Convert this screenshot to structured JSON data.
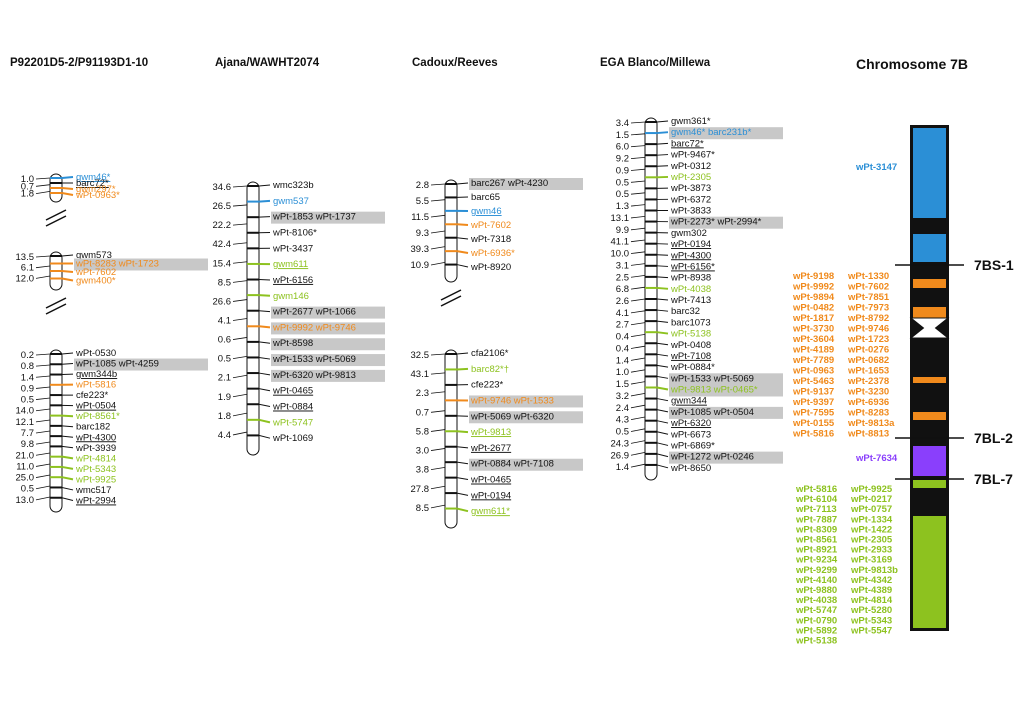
{
  "colors": {
    "blue": "#2b8fd6",
    "orange": "#f08a1c",
    "green": "#8dc21f",
    "black": "#111111",
    "purple": "#8a3ffc",
    "gray": "#c8c8c8"
  },
  "maps": [
    {
      "title": "P92201D5-2/P91193D1-10",
      "segments": [
        {
          "dist": [
            "1.0",
            "0.7",
            "1.8"
          ],
          "markers": [
            {
              "t": "gwm46*",
              "c": "blue",
              "u": true
            },
            {
              "t": "barc72*",
              "c": "black",
              "u": true
            },
            {
              "t": "gwm297*",
              "c": "orange"
            },
            {
              "t": "wPt-0963*",
              "c": "orange"
            }
          ]
        },
        {
          "dist": [
            "13.5",
            "6.1",
            "12.0"
          ],
          "markers": [
            {
              "t": "gwm573",
              "c": "black"
            },
            {
              "t": "wPt-8283 wPt-1723",
              "c": "orange",
              "hl": true
            },
            {
              "t": "wPt-7602",
              "c": "orange"
            },
            {
              "t": "gwm400*",
              "c": "orange"
            }
          ]
        },
        {
          "dist": [
            "0.2",
            "0.8",
            "1.4",
            "0.9",
            "0.5",
            "14.0",
            "12.1",
            "7.7",
            "9.8",
            "21.0",
            "11.0",
            "25.0",
            "0.5",
            "13.0"
          ],
          "markers": [
            {
              "t": "wPt-0530",
              "c": "black"
            },
            {
              "t": "wPt-1085 wPt-4259",
              "c": "black",
              "hl": true
            },
            {
              "t": "gwm344b",
              "c": "black",
              "u": true
            },
            {
              "t": "wPt-5816",
              "c": "orange"
            },
            {
              "t": "cfe223*",
              "c": "black"
            },
            {
              "t": "wPt-0504",
              "c": "black",
              "u": true
            },
            {
              "t": "wPt-8561*",
              "c": "green"
            },
            {
              "t": "barc182",
              "c": "black"
            },
            {
              "t": "wPt-4300",
              "c": "black",
              "u": true
            },
            {
              "t": "wPt-3939",
              "c": "black"
            },
            {
              "t": "wPt-4814",
              "c": "green"
            },
            {
              "t": "wPt-5343",
              "c": "green"
            },
            {
              "t": "wPt-9925",
              "c": "green"
            },
            {
              "t": "wmc517",
              "c": "black"
            },
            {
              "t": "wPt-2994",
              "c": "black",
              "u": true
            }
          ]
        }
      ]
    },
    {
      "title": "Ajana/WAWHT2074",
      "segments": [
        {
          "dist": [
            "34.6",
            "26.5",
            "22.2",
            "42.4",
            "15.4",
            "8.5",
            "26.6",
            "4.1",
            "0.6",
            "0.5",
            "2.1",
            "1.9",
            "1.8",
            "4.4"
          ],
          "markers": [
            {
              "t": "wmc323b",
              "c": "black"
            },
            {
              "t": "gwm537",
              "c": "blue"
            },
            {
              "t": "wPt-1853 wPt-1737",
              "c": "black",
              "hl": true
            },
            {
              "t": "wPt-8106*",
              "c": "black"
            },
            {
              "t": "wPt-3437",
              "c": "black"
            },
            {
              "t": "gwm611",
              "c": "green",
              "u": true
            },
            {
              "t": "wPt-6156",
              "c": "black",
              "u": true
            },
            {
              "t": "gwm146",
              "c": "green"
            },
            {
              "t": "wPt-2677 wPt-1066",
              "c": "black",
              "hl": true
            },
            {
              "t": "wPt-9992 wPt-9746",
              "c": "orange",
              "hl": true
            },
            {
              "t": "wPt-8598",
              "c": "black",
              "hl": true
            },
            {
              "t": "wPt-1533 wPt-5069",
              "c": "black",
              "hl": true
            },
            {
              "t": "wPt-6320 wPt-9813",
              "c": "black",
              "hl": true
            },
            {
              "t": "wPt-0465",
              "c": "black",
              "u": true
            },
            {
              "t": "wPt-0884",
              "c": "black",
              "u": true
            },
            {
              "t": "wPt-5747",
              "c": "green"
            },
            {
              "t": "wPt-1069",
              "c": "black"
            }
          ]
        }
      ]
    },
    {
      "title": "Cadoux/Reeves",
      "segments": [
        {
          "dist": [
            "2.8",
            "5.5",
            "11.5",
            "9.3",
            "39.3",
            "10.9"
          ],
          "markers": [
            {
              "t": "barc267 wPt-4230",
              "c": "black",
              "hl": true
            },
            {
              "t": "barc65",
              "c": "black"
            },
            {
              "t": "gwm46",
              "c": "blue",
              "u": true
            },
            {
              "t": "wPt-7602",
              "c": "orange"
            },
            {
              "t": "wPt-7318",
              "c": "black"
            },
            {
              "t": "wPt-6936*",
              "c": "orange"
            },
            {
              "t": "wPt-8920",
              "c": "black"
            }
          ]
        },
        {
          "dist": [
            "32.5",
            "43.1",
            "2.3",
            "0.7",
            "5.8",
            "3.0",
            "3.8",
            "27.8",
            "8.5"
          ],
          "markers": [
            {
              "t": "cfa2106*",
              "c": "black"
            },
            {
              "t": "barc82*†",
              "c": "green"
            },
            {
              "t": "cfe223*",
              "c": "black"
            },
            {
              "t": "wPt-9746 wPt-1533",
              "c": "orange",
              "hl": true
            },
            {
              "t": "wPt-5069 wPt-6320",
              "c": "black",
              "hl": true
            },
            {
              "t": "wPt-9813",
              "c": "green",
              "u": true
            },
            {
              "t": "wPt-2677",
              "c": "black",
              "u": true
            },
            {
              "t": "wPt-0884 wPt-7108",
              "c": "black",
              "hl": true
            },
            {
              "t": "wPt-0465",
              "c": "black",
              "u": true
            },
            {
              "t": "wPt-0194",
              "c": "black",
              "u": true
            },
            {
              "t": "gwm611*",
              "c": "green",
              "u": true
            }
          ]
        }
      ]
    },
    {
      "title": "EGA Blanco/Millewa",
      "segments": [
        {
          "dist": [
            "3.4",
            "1.5",
            "6.0",
            "9.2",
            "0.9",
            "0.5",
            "0.5",
            "1.3",
            "13.1",
            "9.9",
            "41.1",
            "10.0",
            "3.1",
            "2.5",
            "6.8",
            "2.6",
            "4.1",
            "2.7",
            "0.4",
            "0.4",
            "1.4",
            "1.0",
            "1.5",
            "3.2",
            "2.4",
            "4.3",
            "0.5",
            "24.3",
            "26.9",
            "1.4"
          ],
          "markers": [
            {
              "t": "gwm361*",
              "c": "black"
            },
            {
              "t": "gwm46* barc231b*",
              "c": "blue",
              "hl": true
            },
            {
              "t": "barc72*",
              "c": "black",
              "u": true
            },
            {
              "t": "wPt-9467*",
              "c": "black"
            },
            {
              "t": "wPt-0312",
              "c": "black"
            },
            {
              "t": "wPt-2305",
              "c": "green"
            },
            {
              "t": "wPt-3873",
              "c": "black"
            },
            {
              "t": "wPt-6372",
              "c": "black"
            },
            {
              "t": "wPt-3833",
              "c": "black"
            },
            {
              "t": "wPt-2273* wPt-2994*",
              "c": "black",
              "hl": true
            },
            {
              "t": "gwm302",
              "c": "black"
            },
            {
              "t": "wPt-0194",
              "c": "black",
              "u": true
            },
            {
              "t": "wPt-4300",
              "c": "black",
              "u": true
            },
            {
              "t": "wPt-6156*",
              "c": "black",
              "u": true
            },
            {
              "t": "wPt-8938",
              "c": "black"
            },
            {
              "t": "wPt-4038",
              "c": "green"
            },
            {
              "t": "wPt-7413",
              "c": "black"
            },
            {
              "t": "barc32",
              "c": "black"
            },
            {
              "t": "barc1073",
              "c": "black"
            },
            {
              "t": "wPt-5138",
              "c": "green"
            },
            {
              "t": "wPt-0408",
              "c": "black"
            },
            {
              "t": "wPt-7108",
              "c": "black",
              "u": true
            },
            {
              "t": "wPt-0884*",
              "c": "black"
            },
            {
              "t": "wPt-1533 wPt-5069",
              "c": "black",
              "hl": true
            },
            {
              "t": "wPt-9813 wPt-0465*",
              "c": "green",
              "hl": true
            },
            {
              "t": "gwm344",
              "c": "black",
              "u": true
            },
            {
              "t": "wPt-1085 wPt-0504",
              "c": "black",
              "hl": true
            },
            {
              "t": "wPt-6320",
              "c": "black",
              "u": true
            },
            {
              "t": "wPt-6673",
              "c": "black"
            },
            {
              "t": "wPt-6869*",
              "c": "black"
            },
            {
              "t": "wPt-1272 wPt-0246",
              "c": "black",
              "hl": true
            },
            {
              "t": "wPt-8650",
              "c": "black"
            }
          ]
        }
      ]
    }
  ],
  "chromosome": {
    "title": "Chromosome 7B",
    "regions": [
      {
        "label": "7BS-1",
        "markers_left": [],
        "markers_right": []
      },
      {
        "label": "7BL-2"
      },
      {
        "label": "7BL-7"
      }
    ],
    "blue_markers": [
      "wPt-3147"
    ],
    "orange_col1": [
      "wPt-9198",
      "wPt-9992",
      "wPt-9894",
      "wPt-0482",
      "wPt-1817",
      "wPt-3730",
      "wPt-3604",
      "wPt-4189",
      "wPt-7789",
      "wPt-0963",
      "wPt-5463",
      "wPt-9137",
      "wPt-9397",
      "wPt-7595",
      "wPt-0155",
      "wPt-5816"
    ],
    "orange_col2": [
      "wPt-1330",
      "wPt-7602",
      "wPt-7851",
      "wPt-7973",
      "wPt-8792",
      "wPt-9746",
      "wPt-1723",
      "wPt-0276",
      "wPt-0682",
      "wPt-1653",
      "wPt-2378",
      "wPt-3230",
      "wPt-6936",
      "wPt-8283",
      "wPt-9813a",
      "wPt-8813"
    ],
    "purple_markers": [
      "wPt-7634"
    ],
    "green_col1": [
      "wPt-5816",
      "wPt-6104",
      "wPt-7113",
      "wPt-7887",
      "wPt-8309",
      "wPt-8561",
      "wPt-8921",
      "wPt-9234",
      "wPt-9299",
      "wPt-4140",
      "wPt-9880",
      "wPt-4038",
      "wPt-5747",
      "wPt-0790",
      "wPt-5892",
      "wPt-5138"
    ],
    "green_col2": [
      "wPt-9925",
      "wPt-0217",
      "wPt-0757",
      "wPt-1334",
      "wPt-1422",
      "wPt-2305",
      "wPt-2933",
      "wPt-3169",
      "wPt-9813b",
      "wPt-4342",
      "wPt-4389",
      "wPt-4814",
      "wPt-5280",
      "wPt-5343",
      "wPt-5547"
    ]
  }
}
